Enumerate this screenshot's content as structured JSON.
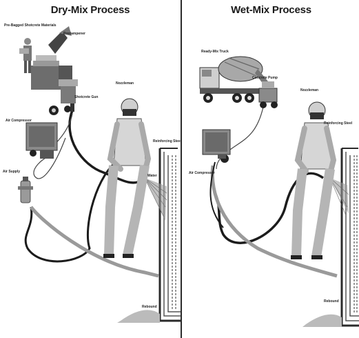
{
  "dry_mix": {
    "title": "Dry-Mix Process",
    "labels": {
      "materials": "Pre-Bagged Shotcrete Materials",
      "predampener": "Predampener",
      "shotcrete_gun": "Shotcrete Gun",
      "nozzleman": "Nozzleman",
      "air_compressor": "Air Compressor",
      "reinforcing_steel": "Reinforcing Steel",
      "water": "Water",
      "air_supply": "Air Supply",
      "rebound": "Rebound"
    }
  },
  "wet_mix": {
    "title": "Wet-Mix Process",
    "labels": {
      "ready_mix_truck": "Ready-Mix Truck",
      "concrete_pump": "Concrete Pump",
      "nozzleman": "Nozzleman",
      "reinforcing_steel": "Reinforcing Steel",
      "air_compressor": "Air Compressor",
      "rebound": "Rebound"
    }
  },
  "colors": {
    "ink": "#2a2a2a",
    "hose": "#1c1c1c",
    "mid": "#8a8a8a",
    "light": "#c8c8c8"
  }
}
